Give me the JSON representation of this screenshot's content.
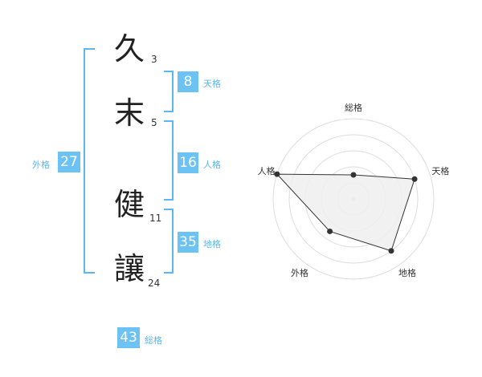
{
  "name": {
    "chars": [
      {
        "char": "久",
        "strokes": "3"
      },
      {
        "char": "末",
        "strokes": "5"
      },
      {
        "char": "健",
        "strokes": "11"
      },
      {
        "char": "讓",
        "strokes": "24"
      }
    ]
  },
  "fortunes": {
    "tenkaku": {
      "value": "8",
      "label": "天格"
    },
    "jinkaku": {
      "value": "16",
      "label": "人格"
    },
    "chikaku": {
      "value": "35",
      "label": "地格"
    },
    "gaikaku": {
      "value": "27",
      "label": "外格"
    },
    "soukaku": {
      "value": "43",
      "label": "総格"
    }
  },
  "chart_data": {
    "type": "radar",
    "axes": [
      "総格",
      "天格",
      "地格",
      "外格",
      "人格"
    ],
    "values": [
      1.5,
      4,
      4,
      2.5,
      5
    ],
    "rmax": 5,
    "rings": 5,
    "colors": {
      "line": "#333333",
      "fill": "#eeeeee",
      "ring": "#dddddd",
      "point": "#333333"
    }
  }
}
